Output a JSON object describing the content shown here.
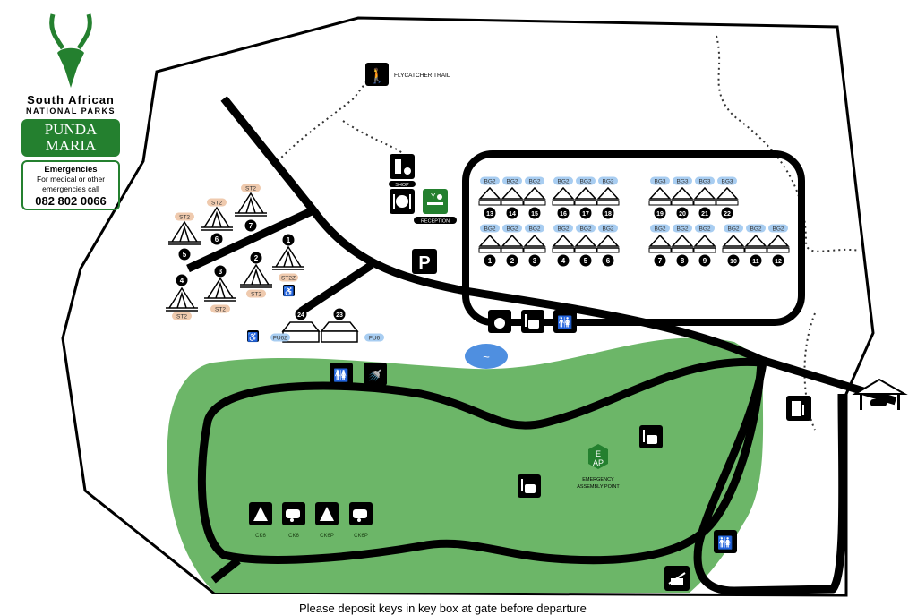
{
  "logo": {
    "line1": "South African",
    "line2": "NATIONAL PARKS",
    "camp": [
      "PUNDA",
      "MARIA"
    ]
  },
  "emergency": {
    "title": "Emergencies",
    "lines": [
      "For medical or other",
      "emergencies call"
    ],
    "phone": "082 802 0066"
  },
  "labels": {
    "flycatcher": "FLYCATCHER TRAIL",
    "shop": "SHOP",
    "reception": "RECEPTION",
    "eap": [
      "E",
      "AP"
    ],
    "eap_caption": [
      "EMERGENCY",
      "ASSEMBLY POINT"
    ],
    "parking": "P"
  },
  "chalets": [
    {
      "num": "13",
      "type": "BG2"
    },
    {
      "num": "14",
      "type": "BG2"
    },
    {
      "num": "15",
      "type": "BG2"
    },
    {
      "num": "16",
      "type": "BG2"
    },
    {
      "num": "17",
      "type": "BG2"
    },
    {
      "num": "18",
      "type": "BG2"
    },
    {
      "num": "19",
      "type": "BG3"
    },
    {
      "num": "20",
      "type": "BG3"
    },
    {
      "num": "21",
      "type": "BG3"
    },
    {
      "num": "22",
      "type": "BG3"
    },
    {
      "num": "1",
      "type": "BG2"
    },
    {
      "num": "2",
      "type": "BG2"
    },
    {
      "num": "3",
      "type": "BG2"
    },
    {
      "num": "4",
      "type": "BG2"
    },
    {
      "num": "5",
      "type": "BG2"
    },
    {
      "num": "6",
      "type": "BG2"
    },
    {
      "num": "7",
      "type": "BG2"
    },
    {
      "num": "8",
      "type": "BG2"
    },
    {
      "num": "9",
      "type": "BG2"
    },
    {
      "num": "10",
      "type": "BG2"
    },
    {
      "num": "11",
      "type": "BG2"
    },
    {
      "num": "12",
      "type": "BG2"
    }
  ],
  "tents": [
    {
      "num": "1",
      "type": "ST2Z"
    },
    {
      "num": "2",
      "type": "ST2"
    },
    {
      "num": "3",
      "type": "ST2"
    },
    {
      "num": "4",
      "type": "ST2"
    },
    {
      "num": "5",
      "type": "ST2"
    },
    {
      "num": "6",
      "type": "ST2"
    },
    {
      "num": "7",
      "type": "ST2"
    }
  ],
  "family": [
    {
      "num": "24",
      "type": "FU6Z"
    },
    {
      "num": "23",
      "type": "FU6"
    }
  ],
  "campsites": [
    "CK6",
    "CK6",
    "CK6P",
    "CK6P"
  ],
  "footer": "Please deposit keys in key box at gate before departure",
  "colors": {
    "green_area": "#6cb668",
    "brand_green": "#24802f",
    "chalet_pill": "#a8cdf1",
    "tent_pill": "#efcaae",
    "pool": "#4f8fe0"
  }
}
